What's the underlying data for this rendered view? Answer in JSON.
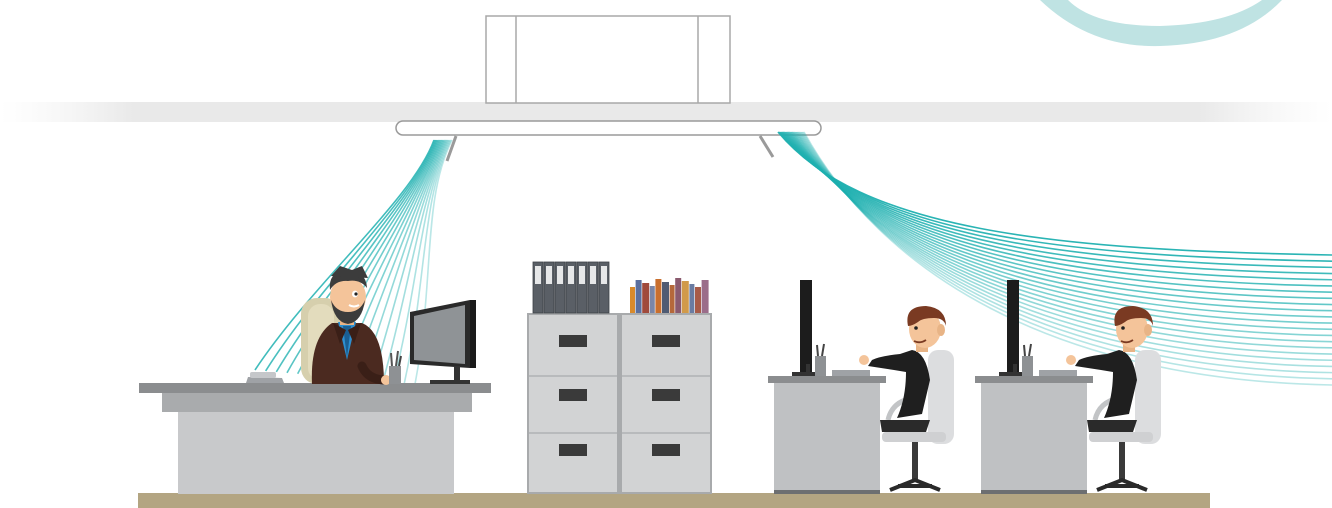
{
  "scene": {
    "kind": "office-air-conditioning-illustration",
    "objects": [
      "ceiling-ac-cassette-unit",
      "cool-air-stream-left",
      "cool-air-stream-right",
      "manager-at-executive-desk",
      "filing-cabinets-with-binders-and-books",
      "office-worker-at-computer",
      "office-worker-at-computer"
    ]
  },
  "colors": {
    "air_stream": "#1fb0b0",
    "ceiling": "#ececec",
    "floor": "#b3a582",
    "desk_gray": "#c4c5c7",
    "desk_top": "#8b8d8f",
    "cabinet": "#d0d0d0",
    "suit_manager": "#4b2a20",
    "shirt_blue": "#2d8fd0",
    "worker_shirt": "#1f1f1f",
    "hair_brown": "#7a3a22",
    "skin": "#f4c49a",
    "decor_ring": "#bfe3e3"
  }
}
